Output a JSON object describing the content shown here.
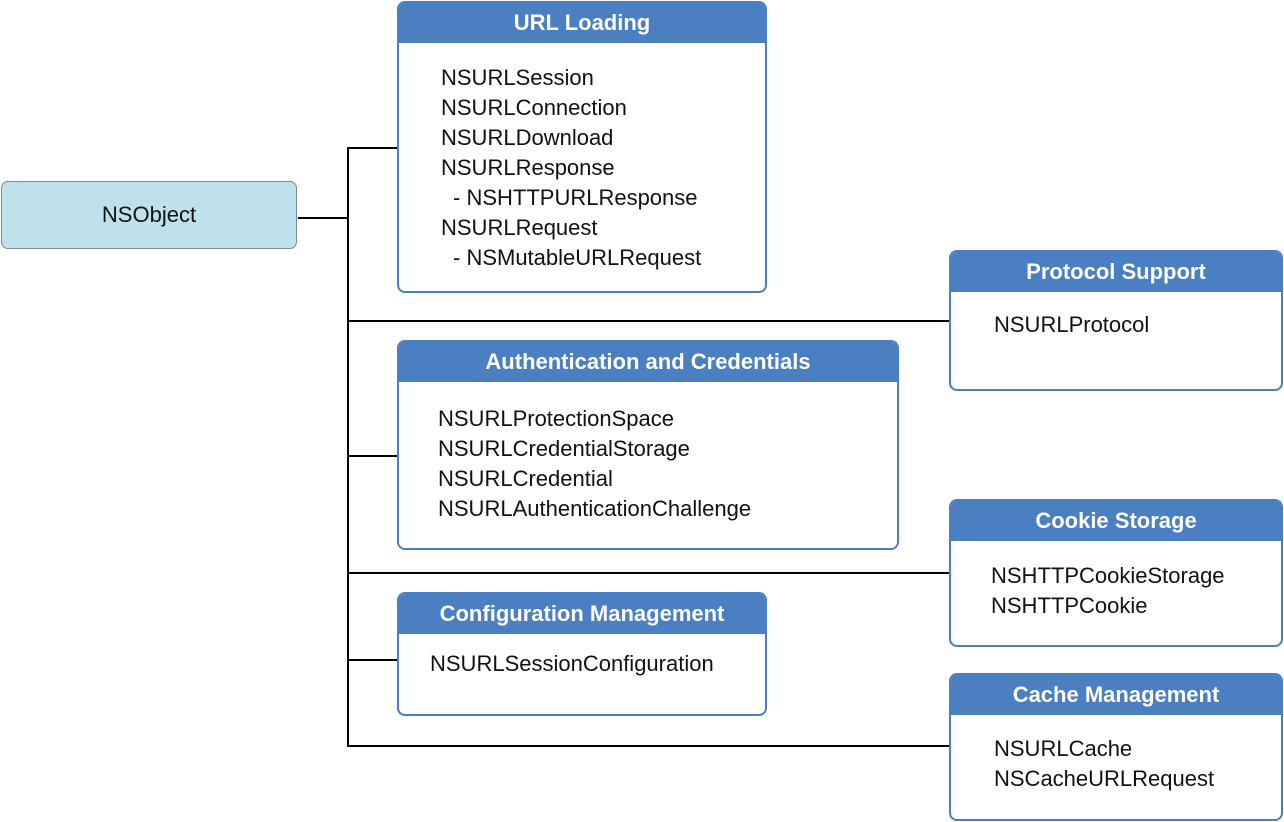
{
  "colors": {
    "header_blue": "#4a7fc1",
    "root_fill": "#bde2ec",
    "root_border": "#7d8b90",
    "connector": "#000000",
    "header_text": "#ffffff"
  },
  "root": {
    "label": "NSObject"
  },
  "groups": [
    {
      "key": "url-loading",
      "title": "URL Loading",
      "items": [
        {
          "text": "NSURLSession",
          "sub": false
        },
        {
          "text": "NSURLConnection",
          "sub": false
        },
        {
          "text": "NSURLDownload",
          "sub": false
        },
        {
          "text": "NSURLResponse",
          "sub": false
        },
        {
          "text": "- NSHTTPURLResponse",
          "sub": true
        },
        {
          "text": "NSURLRequest",
          "sub": false
        },
        {
          "text": "- NSMutableURLRequest",
          "sub": true
        }
      ]
    },
    {
      "key": "authentication-and-credentials",
      "title": "Authentication and Credentials",
      "items": [
        {
          "text": "NSURLProtectionSpace",
          "sub": false
        },
        {
          "text": "NSURLCredentialStorage",
          "sub": false
        },
        {
          "text": "NSURLCredential",
          "sub": false
        },
        {
          "text": "NSURLAuthenticationChallenge",
          "sub": false
        }
      ]
    },
    {
      "key": "configuration-management",
      "title": "Configuration Management",
      "items": [
        {
          "text": "NSURLSessionConfiguration",
          "sub": false
        }
      ]
    },
    {
      "key": "protocol-support",
      "title": "Protocol Support",
      "items": [
        {
          "text": "NSURLProtocol",
          "sub": false
        }
      ]
    },
    {
      "key": "cookie-storage",
      "title": "Cookie Storage",
      "items": [
        {
          "text": "NSHTTPCookieStorage",
          "sub": false
        },
        {
          "text": "NSHTTPCookie",
          "sub": false
        }
      ]
    },
    {
      "key": "cache-management",
      "title": "Cache Management",
      "items": [
        {
          "text": "NSURLCache",
          "sub": false
        },
        {
          "text": "NSCacheURLRequest",
          "sub": false
        }
      ]
    }
  ]
}
